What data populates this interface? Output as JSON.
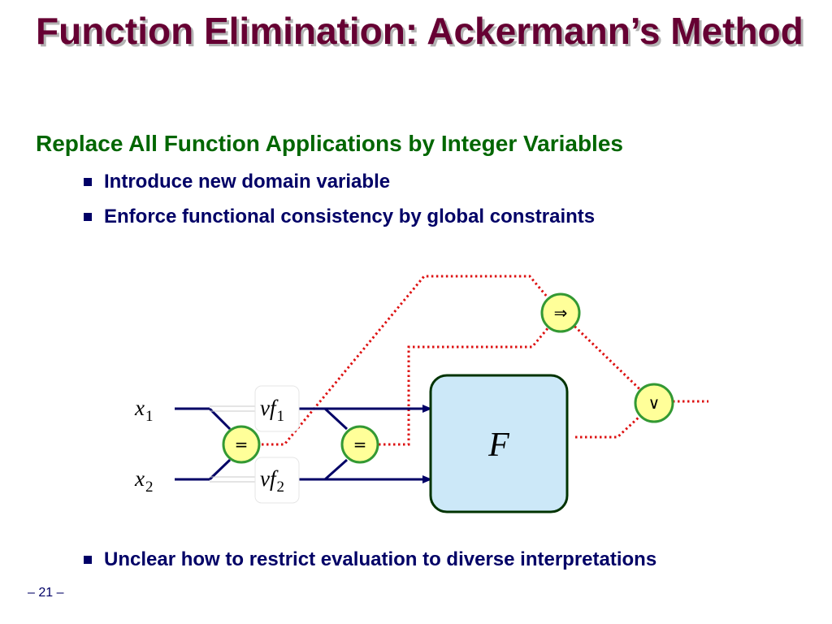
{
  "slide": {
    "title": "Function Elimination: Ackermann’s Method",
    "subtitle": "Replace All Function Applications by Integer Variables",
    "bullets": [
      "Introduce new domain variable",
      "Enforce functional consistency by global constraints"
    ],
    "bottom_bullet": "Unclear how to restrict evaluation to diverse interpretations",
    "page_number": "– 21 –"
  },
  "diagram": {
    "inputs": [
      {
        "name": "x",
        "sub": "1"
      },
      {
        "name": "x",
        "sub": "2"
      }
    ],
    "function_vars": [
      {
        "name": "vf",
        "sub": "1"
      },
      {
        "name": "vf",
        "sub": "2"
      }
    ],
    "eq_gate_1": "=",
    "eq_gate_2": "=",
    "implies_gate": "⇒",
    "or_gate": "∨",
    "formula_box": "F",
    "colors": {
      "signal_wire": "#000066",
      "control_wire": "#dd1111",
      "gate_fill": "#ffff99",
      "gate_stroke": "#339933",
      "box_fill": "#cce8f8",
      "box_stroke": "#003300"
    }
  }
}
